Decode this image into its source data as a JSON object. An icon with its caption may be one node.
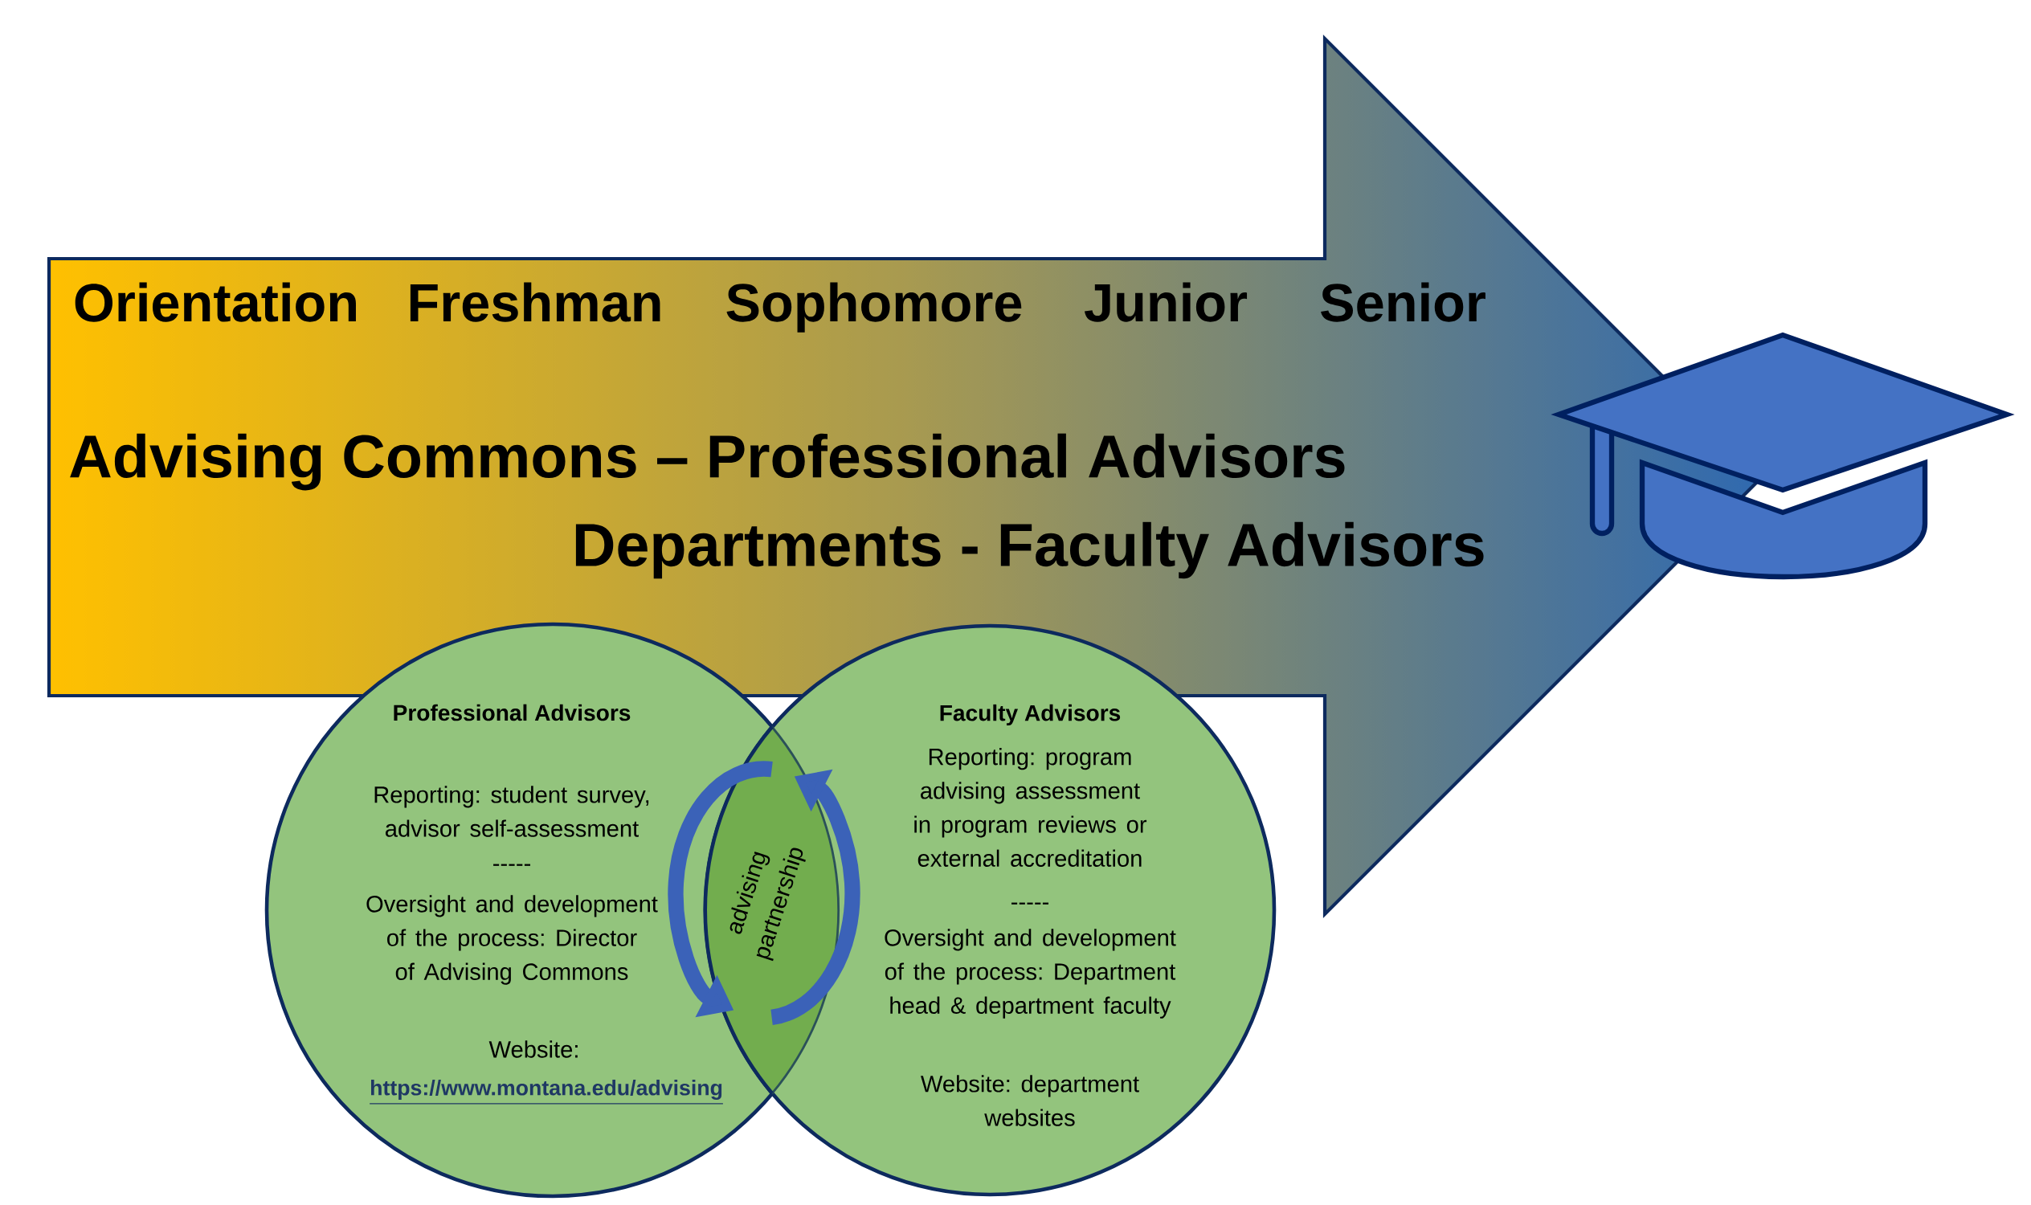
{
  "diagram": {
    "nodes": [
      {
        "text": [
          "Orientation",
          "Freshman",
          "Sophomore",
          "Junior",
          "Senior",
          "Advising Commons – Professional Advisors",
          "Departments - Faculty Advisors"
        ]
      },
      {
        "text": [
          "Professional Advisors",
          "Reporting: student survey, advisor self-assessment",
          "-----",
          "Oversight and development of the process: Director of Advising Commons",
          "Website:",
          "https://www.montana.edu/advising"
        ]
      },
      {
        "text": [
          "Faculty Advisors",
          "Reporting: program advising assessment in program reviews or external accreditation",
          "-----",
          "Oversight and development of the process: Department head & department faculty",
          "Website: department websites"
        ]
      }
    ],
    "labels": [
      "advising partnership"
    ]
  }
}
